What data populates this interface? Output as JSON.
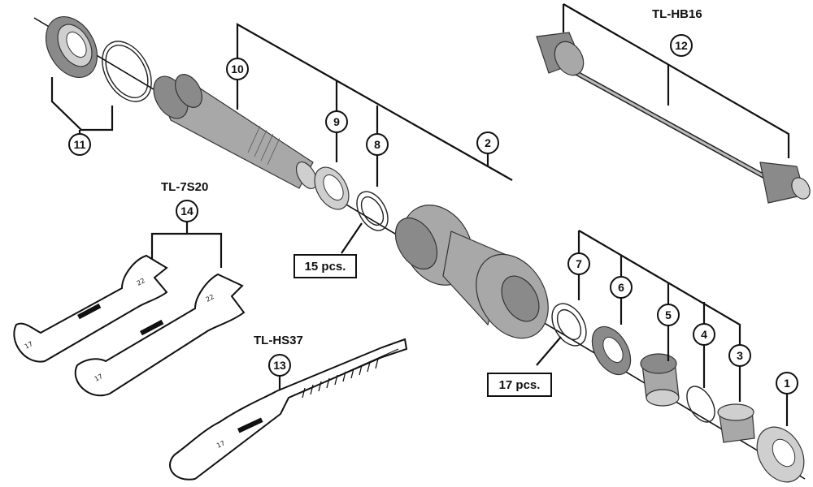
{
  "callouts": {
    "c1": "1",
    "c2": "2",
    "c3": "3",
    "c4": "4",
    "c5": "5",
    "c6": "6",
    "c7": "7",
    "c8": "8",
    "c9": "9",
    "c10": "10",
    "c11": "11",
    "c12": "12",
    "c13": "13",
    "c14": "14"
  },
  "tools": {
    "hb16": "TL-HB16",
    "s20": "TL-7S20",
    "hs37": "TL-HS37"
  },
  "quantities": {
    "balls_left": "15 pcs.",
    "balls_right": "17 pcs."
  },
  "wrench_marks": {
    "wrench_a_left": "17",
    "wrench_a_right": "22",
    "wrench_b_left": "17",
    "wrench_b_right": "22",
    "hs37_size": "17"
  }
}
